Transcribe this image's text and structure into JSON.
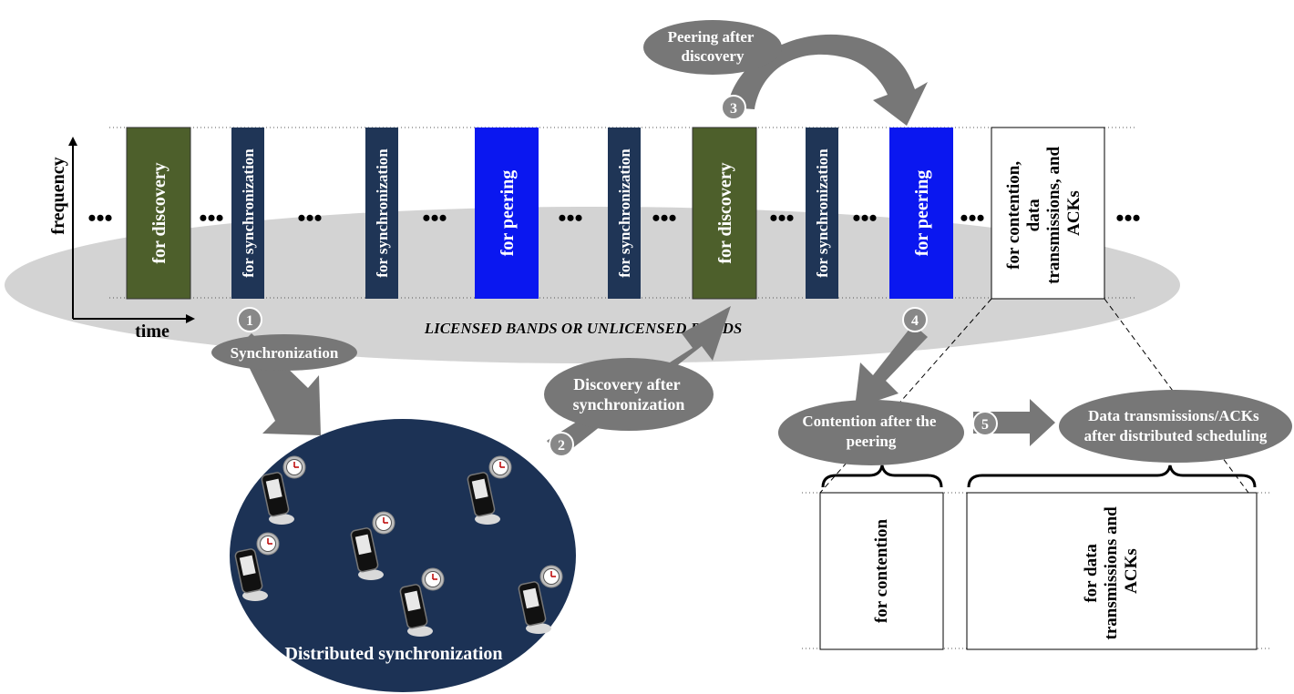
{
  "axes": {
    "y_label": "frequency",
    "x_label": "time"
  },
  "band_label": "LICENSED BANDS OR UNLICENSED BANDS",
  "ellipsis": "•••",
  "blocks": {
    "discovery_1": "for discovery",
    "sync_1": "for synchronization",
    "sync_2": "for synchronization",
    "peering_1": "for peering",
    "sync_3": "for synchronization",
    "discovery_2": "for discovery",
    "sync_4": "for synchronization",
    "peering_2": "for peering",
    "contention_data": [
      "for contention,",
      "data",
      "transmissions, and",
      "ACKs"
    ]
  },
  "steps": {
    "s1": {
      "number": "1",
      "label": [
        "Synchronization"
      ]
    },
    "s2": {
      "number": "2",
      "label": [
        "Discovery after",
        "synchronization"
      ]
    },
    "s3": {
      "number": "3",
      "label": [
        "Peering after",
        "discovery"
      ]
    },
    "s4": {
      "number": "4",
      "label": [
        "Contention after the",
        "peering"
      ]
    },
    "s5": {
      "number": "5",
      "label": [
        "Data transmissions/ACKs",
        "after distributed scheduling"
      ]
    }
  },
  "detail": {
    "contention": "for contention",
    "data": [
      "for data",
      "transmissions and",
      "ACKs"
    ]
  },
  "network": {
    "label": "Distributed synchronization",
    "device_icon": "mobile-phone-icon",
    "clock_icon": "clock-icon"
  },
  "colors": {
    "discovery": "#4d5f2b",
    "synchronization": "#1f3556",
    "peering": "#0a17f0",
    "network": "#1c3255",
    "callout": "#777777",
    "band": "#d3d3d3"
  }
}
